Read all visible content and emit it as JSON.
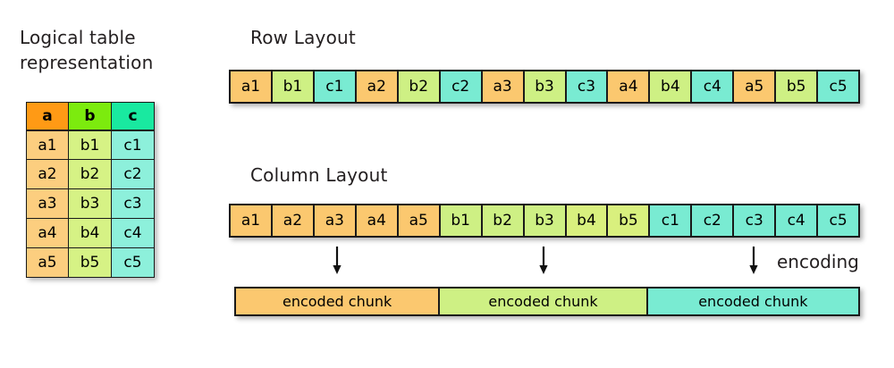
{
  "logical_table": {
    "title_line1": "Logical table",
    "title_line2": "representation",
    "headers": [
      "a",
      "b",
      "c"
    ],
    "header_colors": [
      "#FF9A15",
      "#7CEB0E",
      "#19E9A0"
    ],
    "body_colors": [
      "#FCCE7F",
      "#D6F285",
      "#8DF0DB"
    ],
    "rows": [
      [
        "a1",
        "b1",
        "c1"
      ],
      [
        "a2",
        "b2",
        "c2"
      ],
      [
        "a3",
        "b3",
        "c3"
      ],
      [
        "a4",
        "b4",
        "c4"
      ],
      [
        "a5",
        "b5",
        "c5"
      ]
    ]
  },
  "row_layout": {
    "title": "Row Layout",
    "cells": [
      {
        "label": "a1",
        "color": "#FBC86F"
      },
      {
        "label": "b1",
        "color": "#CEF084"
      },
      {
        "label": "c1",
        "color": "#79EBD2"
      },
      {
        "label": "a2",
        "color": "#FBC86F"
      },
      {
        "label": "b2",
        "color": "#CEF084"
      },
      {
        "label": "c2",
        "color": "#79EBD2"
      },
      {
        "label": "a3",
        "color": "#FBC86F"
      },
      {
        "label": "b3",
        "color": "#CEF084"
      },
      {
        "label": "c3",
        "color": "#79EBD2"
      },
      {
        "label": "a4",
        "color": "#FBC86F"
      },
      {
        "label": "b4",
        "color": "#CEF084"
      },
      {
        "label": "c4",
        "color": "#79EBD2"
      },
      {
        "label": "a5",
        "color": "#FBC86F"
      },
      {
        "label": "b5",
        "color": "#CEF084"
      },
      {
        "label": "c5",
        "color": "#79EBD2"
      }
    ]
  },
  "column_layout": {
    "title": "Column Layout",
    "cells": [
      {
        "label": "a1",
        "color": "#FBC86F"
      },
      {
        "label": "a2",
        "color": "#FBC86F"
      },
      {
        "label": "a3",
        "color": "#FBC86F"
      },
      {
        "label": "a4",
        "color": "#FBC86F"
      },
      {
        "label": "a5",
        "color": "#FBC86F"
      },
      {
        "label": "b1",
        "color": "#CEF084"
      },
      {
        "label": "b2",
        "color": "#CEF084"
      },
      {
        "label": "b3",
        "color": "#CEF084"
      },
      {
        "label": "b4",
        "color": "#D9F07E"
      },
      {
        "label": "b5",
        "color": "#D9F07E"
      },
      {
        "label": "c1",
        "color": "#79EBD2"
      },
      {
        "label": "c2",
        "color": "#79EBD2"
      },
      {
        "label": "c3",
        "color": "#79EBD2"
      },
      {
        "label": "c4",
        "color": "#79EBD2"
      },
      {
        "label": "c5",
        "color": "#79EBD2"
      }
    ]
  },
  "encoding": {
    "label": "encoding",
    "arrow_icon": "down-arrow-icon",
    "chunks": [
      {
        "label": "encoded chunk",
        "color": "#FBC86F",
        "width_pct": 32.8
      },
      {
        "label": "encoded chunk",
        "color": "#CEF084",
        "width_pct": 33.4
      },
      {
        "label": "encoded chunk",
        "color": "#79EBD2",
        "width_pct": 33.8
      }
    ]
  }
}
